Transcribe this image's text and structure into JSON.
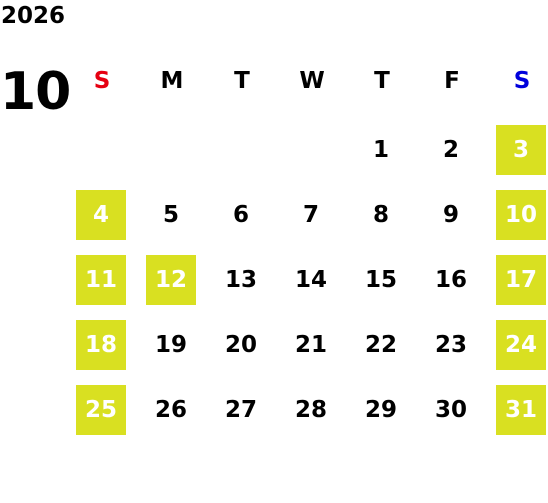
{
  "calendar": {
    "year": "2026",
    "month": "10",
    "weekdays": [
      "S",
      "M",
      "T",
      "W",
      "T",
      "F",
      "S"
    ],
    "highlight_color": "#d9e021",
    "sunday_color": "#e60012",
    "saturday_color": "#0000dc",
    "weeks": [
      [
        "",
        "",
        "",
        "",
        "1",
        "2",
        "3"
      ],
      [
        "4",
        "5",
        "6",
        "7",
        "8",
        "9",
        "10"
      ],
      [
        "11",
        "12",
        "13",
        "14",
        "15",
        "16",
        "17"
      ],
      [
        "18",
        "19",
        "20",
        "21",
        "22",
        "23",
        "24"
      ],
      [
        "25",
        "26",
        "27",
        "28",
        "29",
        "30",
        "31"
      ]
    ],
    "highlighted_days": [
      "3",
      "4",
      "10",
      "11",
      "12",
      "17",
      "18",
      "24",
      "25",
      "31"
    ]
  }
}
